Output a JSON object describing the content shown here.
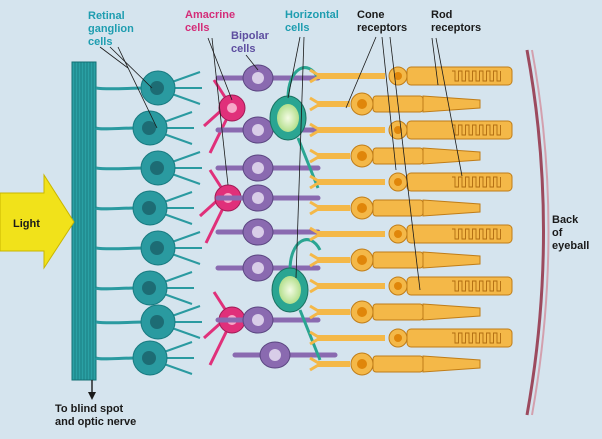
{
  "labels": {
    "retinal_ganglion": [
      "Retinal",
      "ganglion",
      "cells"
    ],
    "amacrine": [
      "Amacrine",
      "cells"
    ],
    "bipolar": [
      "Bipolar",
      "cells"
    ],
    "horizontal": [
      "Horizontal",
      "cells"
    ],
    "cone": [
      "Cone",
      "receptors"
    ],
    "rod": [
      "Rod",
      "receptors"
    ],
    "light": "Light",
    "back_of_eyeball": [
      "Back",
      "of",
      "eyeball"
    ],
    "blind_spot": [
      "To blind spot",
      "and optic nerve"
    ]
  },
  "colors": {
    "background": "#d5e4ee",
    "ganglion": "#2a9aa0",
    "ganglion_nucleus": "#1d6c74",
    "amacrine": "#e0307a",
    "bipolar": "#8a6ab0",
    "bipolar_nucleus": "#d8cde8",
    "horizontal": "#2aa592",
    "horizontal_nucleus": "#c6e6a4",
    "receptor": "#f4b848",
    "receptor_nucleus": "#e0860a",
    "receptor_outline": "#c07d18",
    "light_arrow": "#f1e21a",
    "eyeball": "#9c4a5e",
    "label_teal": "#1e9db0",
    "label_magenta": "#d42c78",
    "label_purple": "#5e4ea0",
    "label_dark": "#1a1a1a"
  }
}
